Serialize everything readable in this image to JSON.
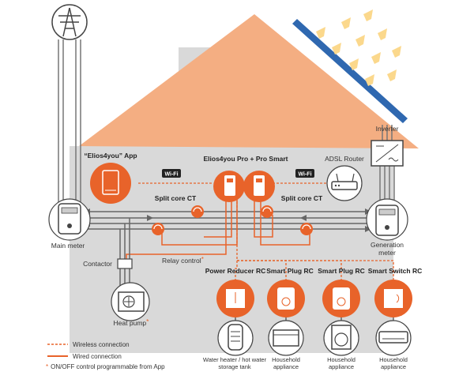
{
  "colors": {
    "orange": "#e8632a",
    "roof": "#f4ae82",
    "wall": "#d9d9d9",
    "panel": "#2f68b0",
    "sun": "#fbd88c",
    "wire": "#666666"
  },
  "labels": {
    "app": "“Elios4you” App",
    "elios": "Elios4you Pro + Pro Smart",
    "adsl": "ADSL Router",
    "inverter": "Inverter",
    "ct_left": "Split core CT",
    "ct_right": "Split core CT",
    "main_meter": "Main meter",
    "generation_meter_1": "Generation",
    "generation_meter_2": "meter",
    "contactor": "Contactor",
    "relay_control": "Relay control",
    "heat_pump": "Heat pump",
    "wifi_left": "Wi-Fi",
    "wifi_right": "Wi-Fi",
    "power_reducer": "Power Reducer RC",
    "smart_plug_1": "Smart Plug RC",
    "smart_plug_2": "Smart Plug RC",
    "smart_switch": "Smart Switch RC",
    "water_heater_1": "Water heater / hot water",
    "water_heater_2": "storage tank",
    "household_1a": "Household",
    "household_1b": "appliance",
    "household_2a": "Household",
    "household_2b": "appliance",
    "household_3a": "Household",
    "household_3b": "appliance",
    "asterisk": "*"
  },
  "legend": {
    "wireless": "Wireless connection",
    "wired": "Wired connection",
    "note": "ON/OFF control programmable from App"
  }
}
